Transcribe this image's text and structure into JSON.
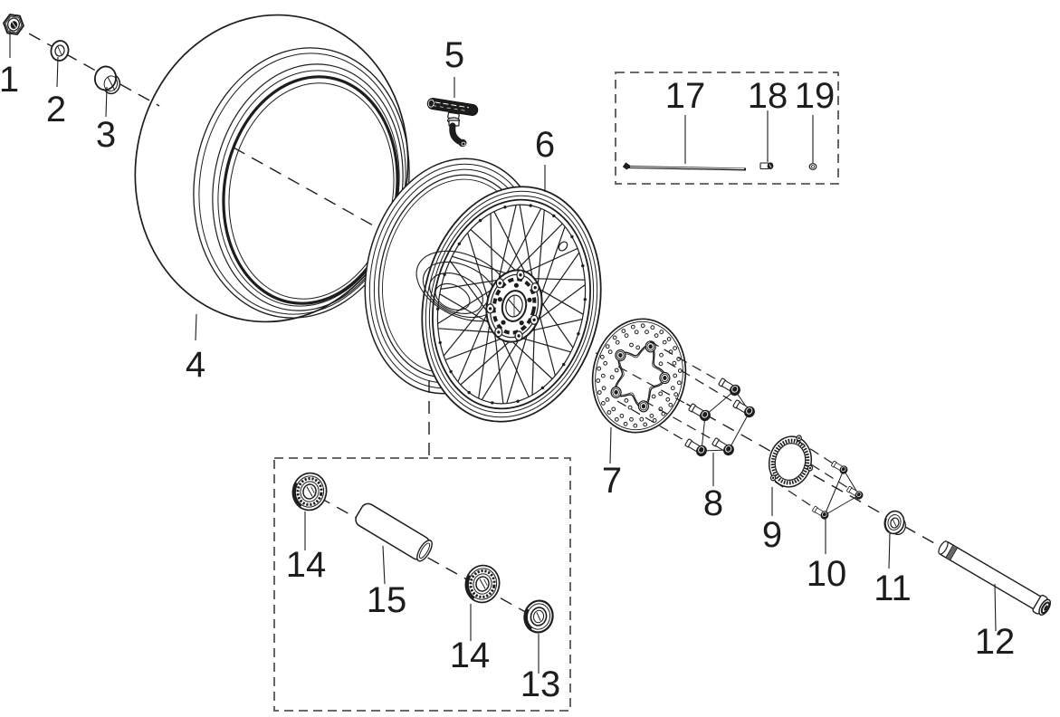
{
  "diagram": {
    "type": "exploded-parts-diagram",
    "subject": "spoked-wheel-assembly",
    "colors": {
      "line": "#1d1d1b",
      "background": "#ffffff",
      "dashed_box": "#555555"
    }
  },
  "parts": [
    {
      "number": "1",
      "name": "axle-nut"
    },
    {
      "number": "2",
      "name": "washer"
    },
    {
      "number": "3",
      "name": "spacer-bushing"
    },
    {
      "number": "4",
      "name": "tire"
    },
    {
      "number": "5",
      "name": "valve-sensor"
    },
    {
      "number": "6",
      "name": "spoked-wheel"
    },
    {
      "number": "7",
      "name": "brake-disc"
    },
    {
      "number": "8",
      "name": "disc-bolts"
    },
    {
      "number": "9",
      "name": "sensor-ring"
    },
    {
      "number": "10",
      "name": "ring-screws"
    },
    {
      "number": "11",
      "name": "spacer"
    },
    {
      "number": "12",
      "name": "axle"
    },
    {
      "number": "13",
      "name": "seal"
    },
    {
      "number": "14",
      "name": "bearing"
    },
    {
      "number": "15",
      "name": "spacer-tube"
    },
    {
      "number": "17",
      "name": "spoke"
    },
    {
      "number": "18",
      "name": "spoke-nipple"
    },
    {
      "number": "19",
      "name": "nipple-washer"
    }
  ]
}
